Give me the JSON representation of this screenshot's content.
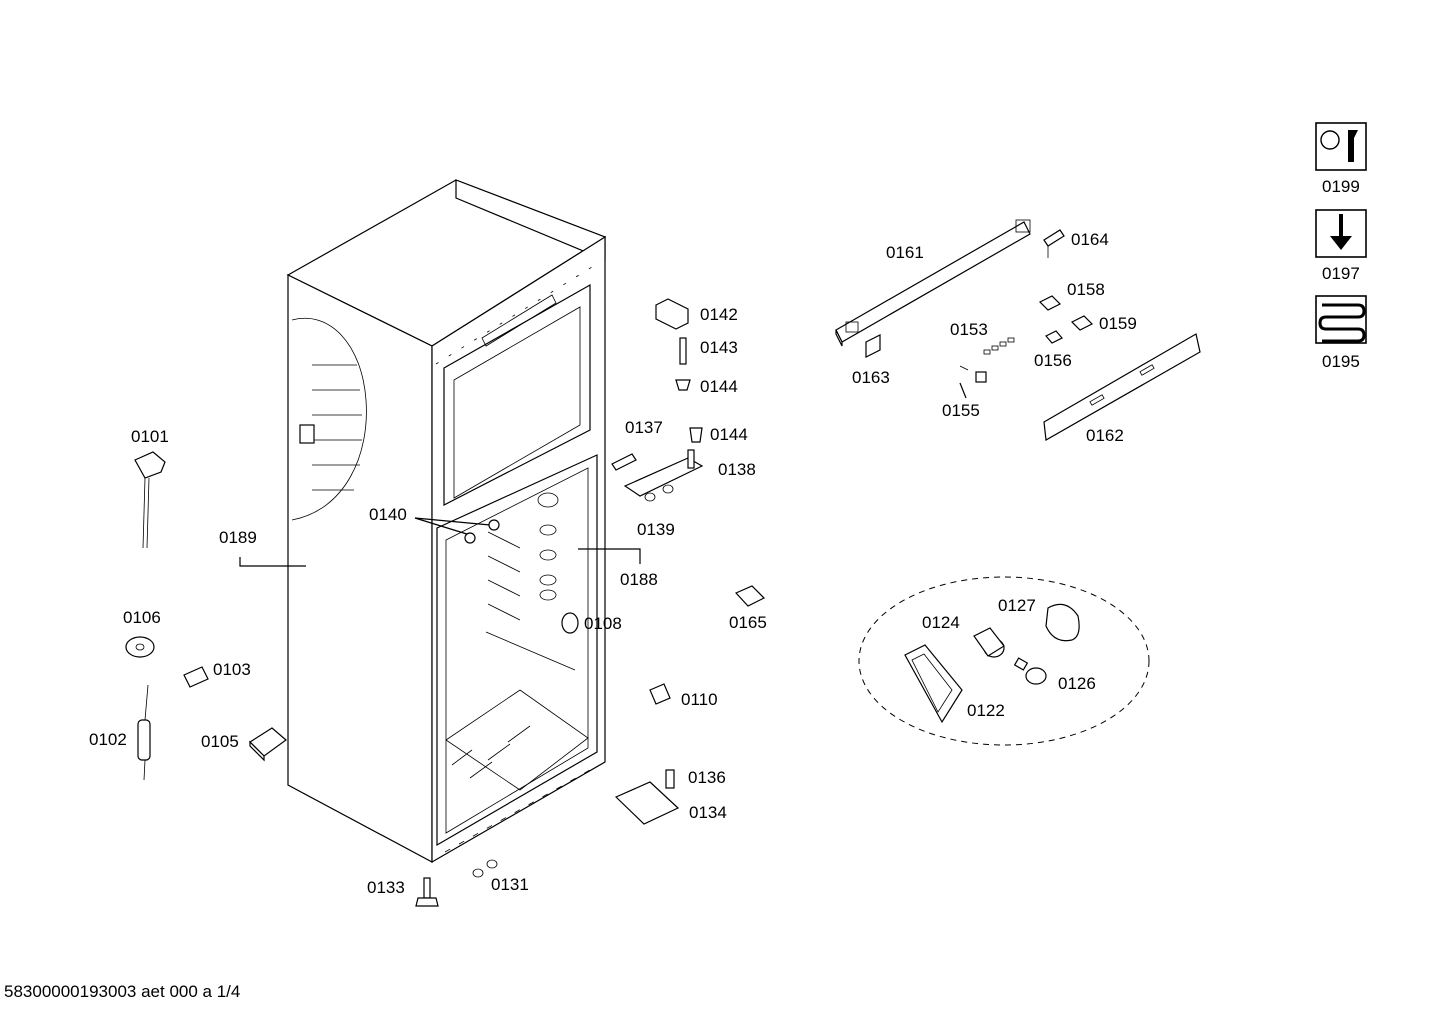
{
  "labels": {
    "p0101": "0101",
    "p0102": "0102",
    "p0103": "0103",
    "p0105": "0105",
    "p0106": "0106",
    "p0108": "0108",
    "p0110": "0110",
    "p0122": "0122",
    "p0124": "0124",
    "p0126": "0126",
    "p0127": "0127",
    "p0131": "0131",
    "p0133": "0133",
    "p0134": "0134",
    "p0136": "0136",
    "p0137": "0137",
    "p0138": "0138",
    "p0139": "0139",
    "p0140": "0140",
    "p0142": "0142",
    "p0143": "0143",
    "p0144a": "0144",
    "p0144b": "0144",
    "p0153": "0153",
    "p0155": "0155",
    "p0156": "0156",
    "p0158": "0158",
    "p0159": "0159",
    "p0161": "0161",
    "p0162": "0162",
    "p0163": "0163",
    "p0164": "0164",
    "p0165": "0165",
    "p0188": "0188",
    "p0189": "0189",
    "p0195": "0195",
    "p0197": "0197",
    "p0199": "0199"
  },
  "footer": "58300000193003 aet 000 a 1/4",
  "icons": [
    "wrench-nut-icon",
    "screwdriver-icon",
    "heating-coil-icon"
  ]
}
